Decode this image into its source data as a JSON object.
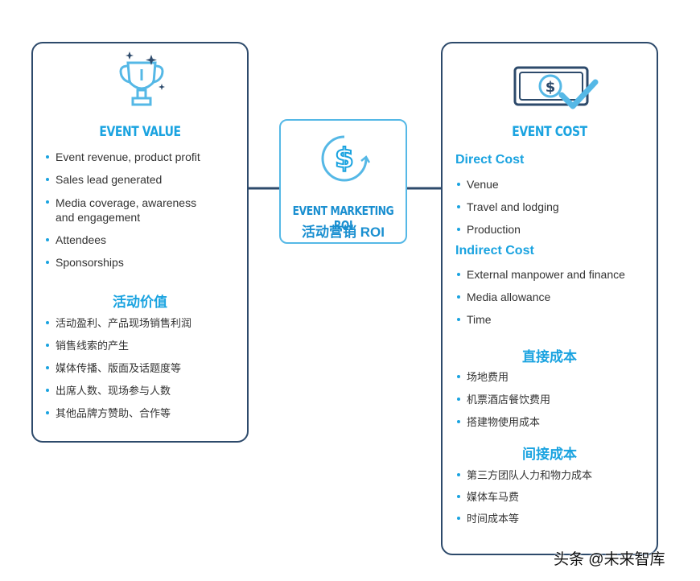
{
  "left": {
    "title": "EVENT VALUE",
    "items": [
      "Event revenue, product profit",
      "Sales lead generated",
      "Media coverage, awareness and engagement",
      "Attendees",
      "Sponsorships"
    ],
    "zh_title": "活动价值",
    "zh_items": [
      "活动盈利、产品现场销售利润",
      "销售线索的产生",
      "媒体传播、版面及话题度等",
      "出席人数、现场参与人数",
      "其他品牌方赞助、合作等"
    ]
  },
  "center": {
    "title": "EVENT MARKETING ROI",
    "zh_title": "活动营销 ROI"
  },
  "right": {
    "title": "EVENT COST",
    "direct_title": "Direct Cost",
    "direct_items": [
      "Venue",
      "Travel and lodging",
      "Production"
    ],
    "indirect_title": "Indirect Cost",
    "indirect_items": [
      "External manpower and finance",
      "Media allowance",
      "Time"
    ],
    "zh_direct_title": "直接成本",
    "zh_direct_items": [
      "场地费用",
      "机票酒店餐饮费用",
      "搭建物使用成本"
    ],
    "zh_indirect_title": "间接成本",
    "zh_indirect_items": [
      "第三方团队人力和物力成本",
      "媒体车马费",
      "时间成本等"
    ]
  },
  "watermark": "头条 @未来智库",
  "colors": {
    "accent": "#1aa3e0",
    "border": "#2d4a6b",
    "center_border": "#55b8e6"
  },
  "icons": {
    "left": "trophy-icon",
    "center": "dollar-cycle-icon",
    "right": "cash-check-icon"
  }
}
